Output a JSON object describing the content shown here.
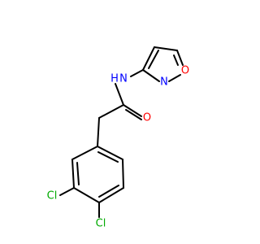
{
  "molecule": {
    "atoms": {
      "N_amide": {
        "symbol": "N",
        "hydrogen": "H",
        "color": "#0000ff"
      },
      "N_ring": {
        "symbol": "N",
        "color": "#0000ff"
      },
      "O_ring": {
        "symbol": "O",
        "color": "#ff0000"
      },
      "O_carbonyl": {
        "symbol": "O",
        "color": "#ff0000"
      },
      "Cl_3": {
        "symbol": "Cl",
        "color": "#00aa00"
      },
      "Cl_4": {
        "symbol": "Cl",
        "color": "#00aa00"
      }
    },
    "bond_color": "#000000"
  }
}
